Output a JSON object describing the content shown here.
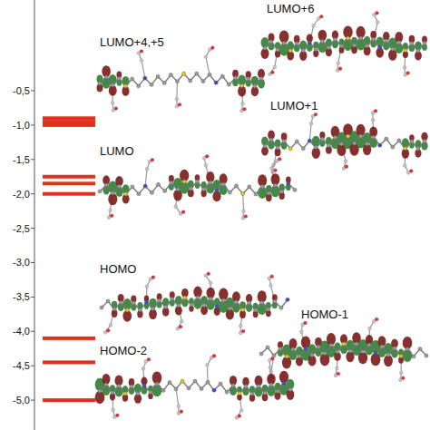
{
  "diagram": {
    "labels": [
      "-0,5",
      "-1,0",
      "-1,5",
      "-2,0",
      "-2,5",
      "-3,0",
      "-3,5",
      "-4,0",
      "-4,5",
      "-5,0",
      "LUMO+4,+5",
      "LUMO+6",
      "LUMO+1",
      "LUMO",
      "HOMO",
      "HOMO-1",
      "HOMO-2"
    ]
  }
}
